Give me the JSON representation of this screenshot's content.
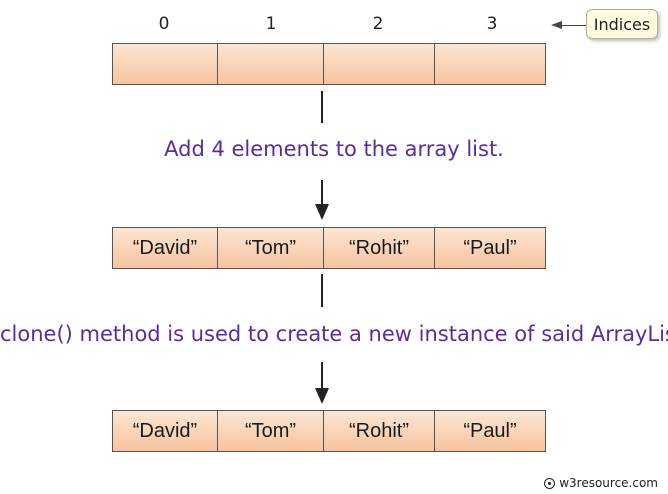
{
  "indices": [
    "0",
    "1",
    "2",
    "3"
  ],
  "indices_badge": "Indices",
  "captions": {
    "add": "Add 4 elements to the array list.",
    "clone": "clone() method is used to create a new instance of said ArrayList"
  },
  "list_original": [
    "“David”",
    "“Tom”",
    "“Rohit”",
    "“Paul”"
  ],
  "list_cloned": [
    "“David”",
    "“Tom”",
    "“Rohit”",
    "“Paul”"
  ],
  "watermark": "w3resource.com",
  "colors": {
    "caption": "#5a2ca0",
    "cell_top": "#fde6d4",
    "cell_bottom": "#f6c39f"
  }
}
